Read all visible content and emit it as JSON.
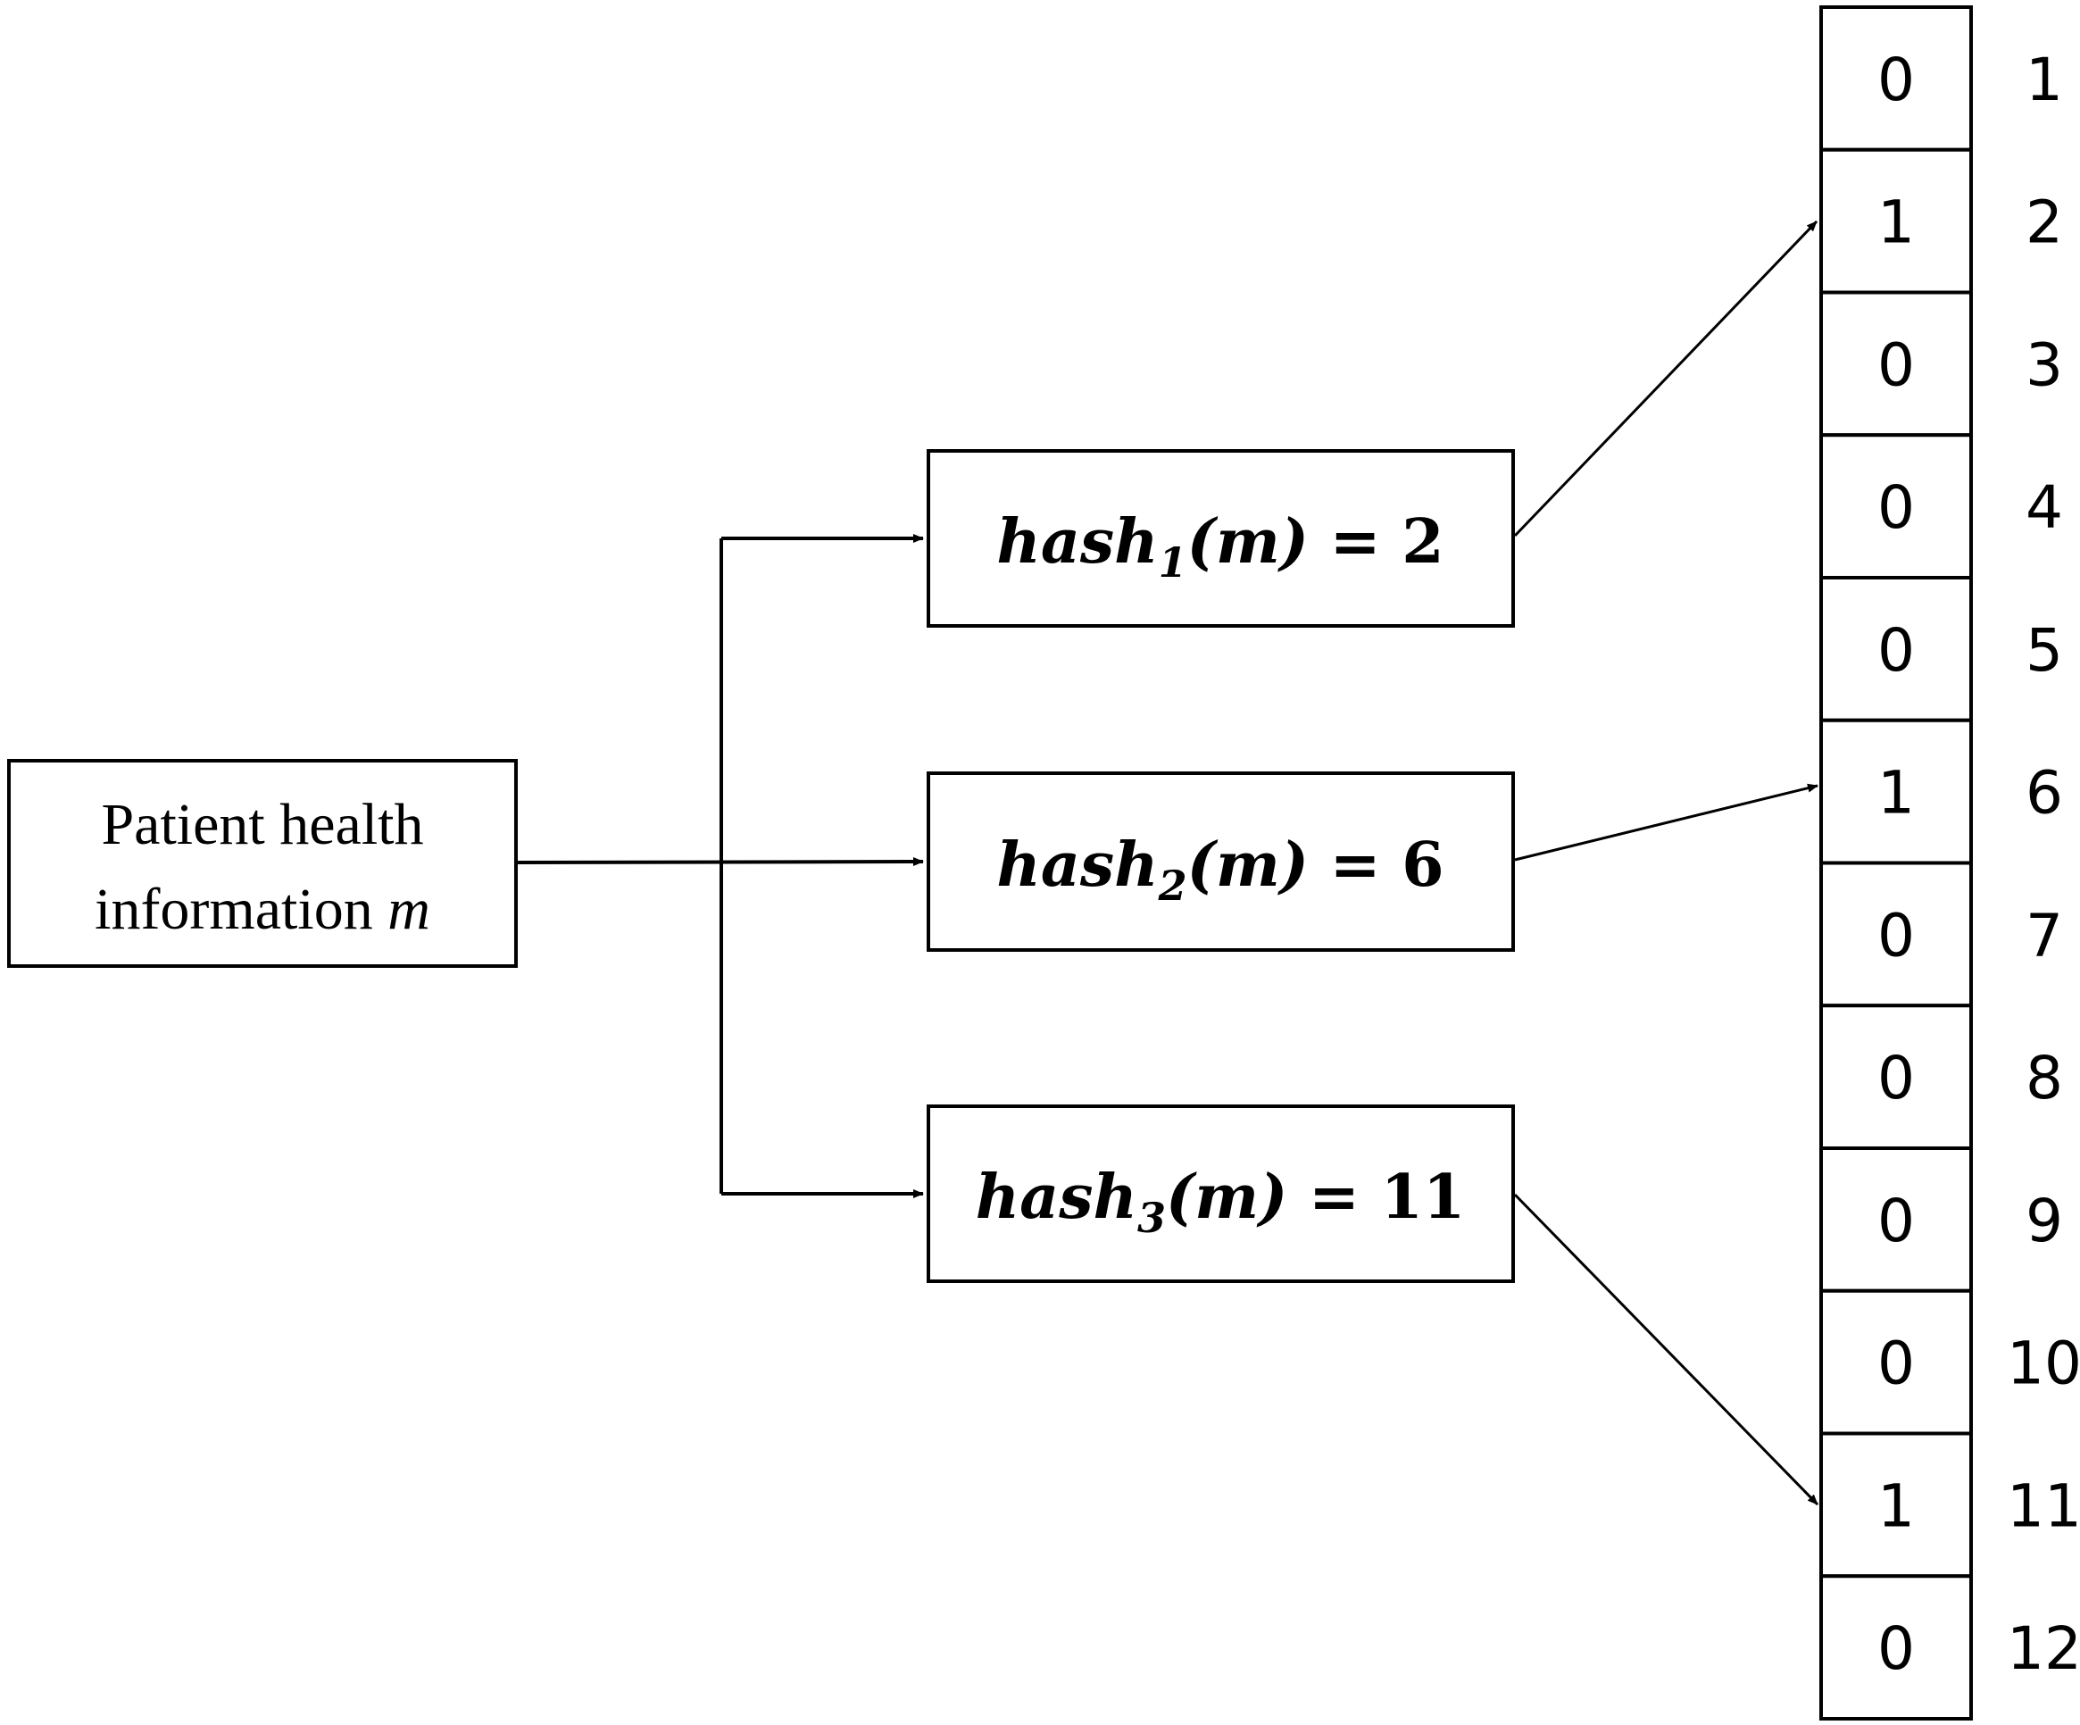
{
  "input": {
    "line1": "Patient health",
    "line2_prefix": "information ",
    "line2_var": "m"
  },
  "hashes": [
    {
      "name": "hash",
      "sub": "1",
      "arg": "(m)",
      "eq": " = ",
      "value": "2"
    },
    {
      "name": "hash",
      "sub": "2",
      "arg": "(m)",
      "eq": " = ",
      "value": "6"
    },
    {
      "name": "hash",
      "sub": "3",
      "arg": "(m)",
      "eq": " = ",
      "value": "11"
    }
  ],
  "bit_array": {
    "bits": [
      "0",
      "1",
      "0",
      "0",
      "0",
      "1",
      "0",
      "0",
      "0",
      "0",
      "1",
      "0"
    ],
    "indices": [
      "1",
      "2",
      "3",
      "4",
      "5",
      "6",
      "7",
      "8",
      "9",
      "10",
      "11",
      "12"
    ]
  }
}
